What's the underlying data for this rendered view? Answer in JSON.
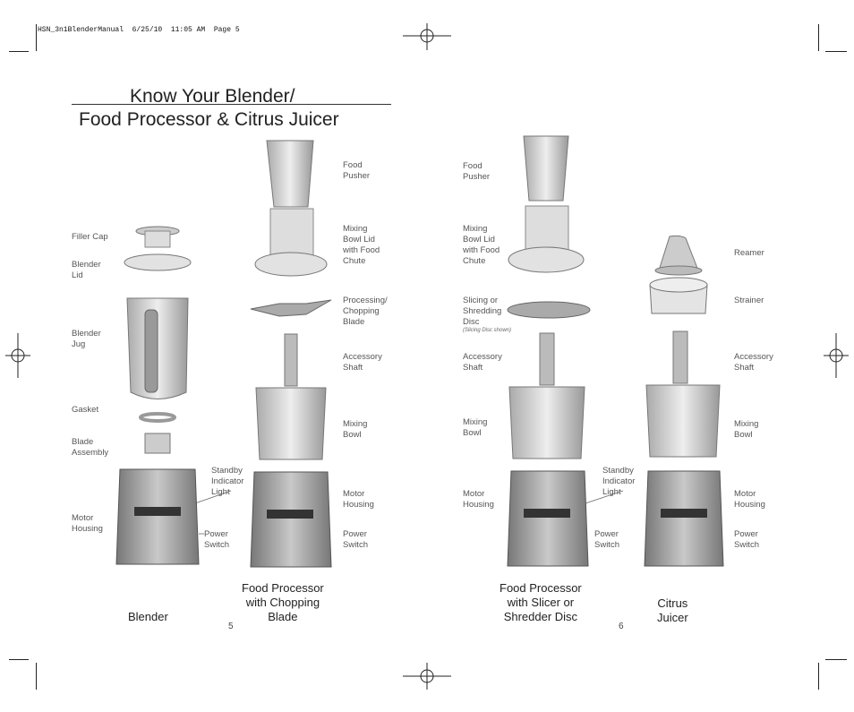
{
  "slug": "HSN_3n1BlenderManual  6/25/10  11:05 AM  Page 5",
  "title": {
    "line1": "Know Your Blender/",
    "line2": "Food Processor & Citrus Juicer"
  },
  "blender": {
    "labels": {
      "filler_cap": "Filler Cap",
      "lid": "Blender\nLid",
      "jug": "Blender\nJug",
      "gasket": "Gasket",
      "blade": "Blade\nAssembly",
      "motor": "Motor\nHousing",
      "power": "Power\nSwitch",
      "standby": "Standby\nIndicator\nLight"
    },
    "caption": "Blender"
  },
  "fp_chop": {
    "labels": {
      "pusher": "Food\nPusher",
      "bowl_lid": "Mixing\nBowl Lid\nwith Food\nChute",
      "blade": "Processing/\nChopping\nBlade",
      "shaft": "Accessory\nShaft",
      "bowl": "Mixing\nBowl",
      "motor": "Motor\nHousing",
      "power": "Power\nSwitch"
    },
    "caption": "Food Processor\nwith Chopping\nBlade"
  },
  "fp_slice": {
    "labels": {
      "pusher": "Food\nPusher",
      "bowl_lid": "Mixing\nBowl Lid\nwith Food\nChute",
      "disc": "Slicing or\nShredding\nDisc",
      "disc_note": "(Slicing Disc shown)",
      "shaft": "Accessory\nShaft",
      "bowl": "Mixing\nBowl",
      "motor": "Motor\nHousing",
      "standby": "Standby\nIndicator\nLight",
      "power": "Power\nSwitch"
    },
    "caption": "Food Processor\nwith Slicer or\nShredder Disc"
  },
  "citrus": {
    "labels": {
      "reamer": "Reamer",
      "strainer": "Strainer",
      "shaft": "Accessory\nShaft",
      "bowl": "Mixing\nBowl",
      "motor": "Motor\nHousing",
      "power": "Power\nSwitch"
    },
    "caption": "Citrus\nJuicer"
  },
  "page_numbers": {
    "left": "5",
    "right": "6"
  }
}
